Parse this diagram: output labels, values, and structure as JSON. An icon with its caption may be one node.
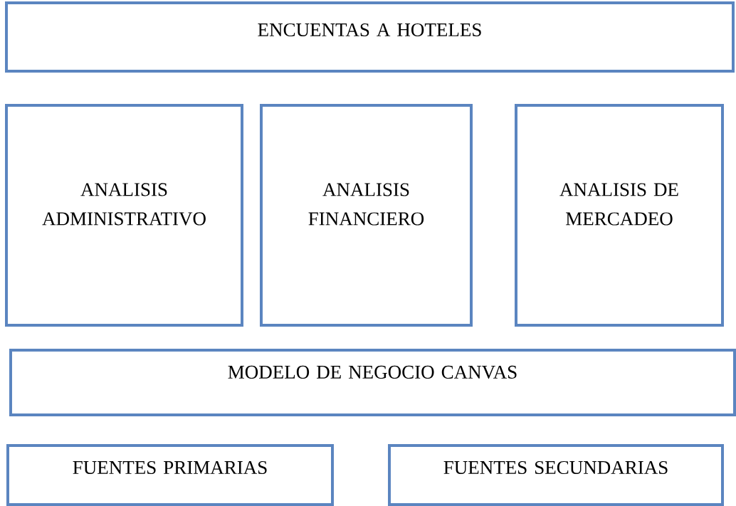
{
  "diagram": {
    "nodes": [
      {
        "text": [
          "ENCUENTAS A HOTELES"
        ]
      },
      {
        "text": [
          "ANALISIS ADMINISTRATIVO"
        ]
      },
      {
        "text": [
          "ANALISIS FINANCIERO"
        ]
      },
      {
        "text": [
          "ANALISIS DE MERCADEO"
        ]
      },
      {
        "text": [
          "MODELO DE NEGOCIO CANVAS"
        ]
      },
      {
        "text": [
          "FUENTES PRIMARIAS"
        ]
      },
      {
        "text": [
          "FUENTES SECUNDARIAS"
        ]
      }
    ],
    "edges": []
  }
}
